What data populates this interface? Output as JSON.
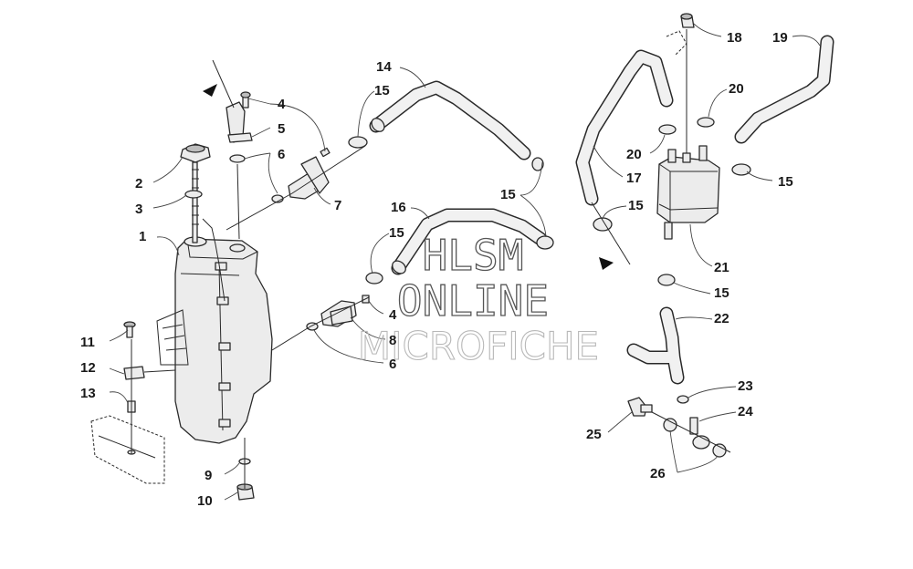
{
  "watermark": {
    "line1": "HLSM",
    "line2": "ONLINE",
    "line3": "MICROFICHE"
  },
  "callouts": [
    "1",
    "2",
    "3",
    "4",
    "5",
    "6",
    "7",
    "4",
    "8",
    "6",
    "9",
    "10",
    "11",
    "12",
    "13",
    "14",
    "15",
    "15",
    "15",
    "16",
    "15",
    "17",
    "15",
    "18",
    "19",
    "20",
    "20",
    "15",
    "21",
    "15",
    "22",
    "23",
    "24",
    "25",
    "26"
  ]
}
